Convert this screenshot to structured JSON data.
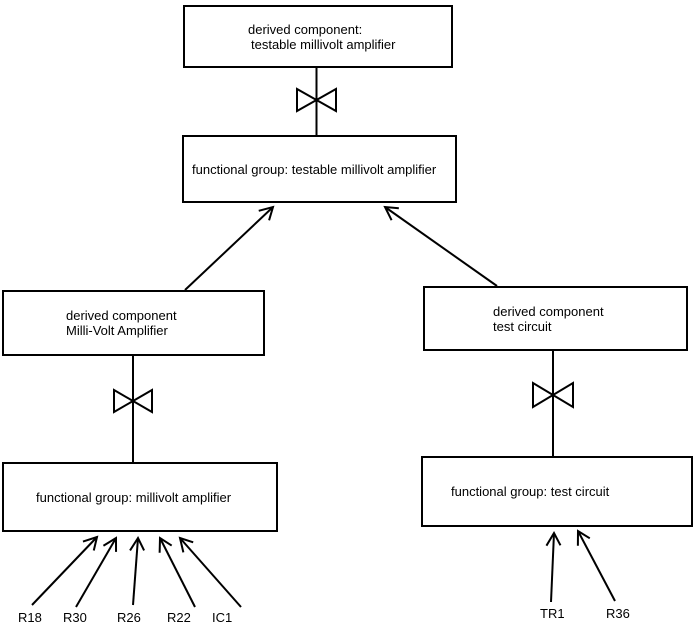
{
  "canvas": {
    "background_color": "#ffffff",
    "stroke_color": "#000000",
    "text_color": "#000000"
  },
  "nodes": {
    "top_derived": {
      "line1": "derived component:",
      "line2": "testable millivolt amplifier"
    },
    "top_functional": {
      "line1": "functional group: testable millivolt amplifier"
    },
    "left_derived": {
      "line1": "derived component",
      "line2": "Milli-Volt Amplifier"
    },
    "right_derived": {
      "line1": "derived component",
      "line2": "test circuit"
    },
    "left_functional": {
      "line1": "functional group: millivolt amplifier"
    },
    "right_functional": {
      "line1": "functional group: test circuit"
    }
  },
  "components": {
    "left": [
      "R18",
      "R30",
      "R26",
      "R22",
      "IC1"
    ],
    "right": [
      "TR1",
      "R36"
    ]
  }
}
